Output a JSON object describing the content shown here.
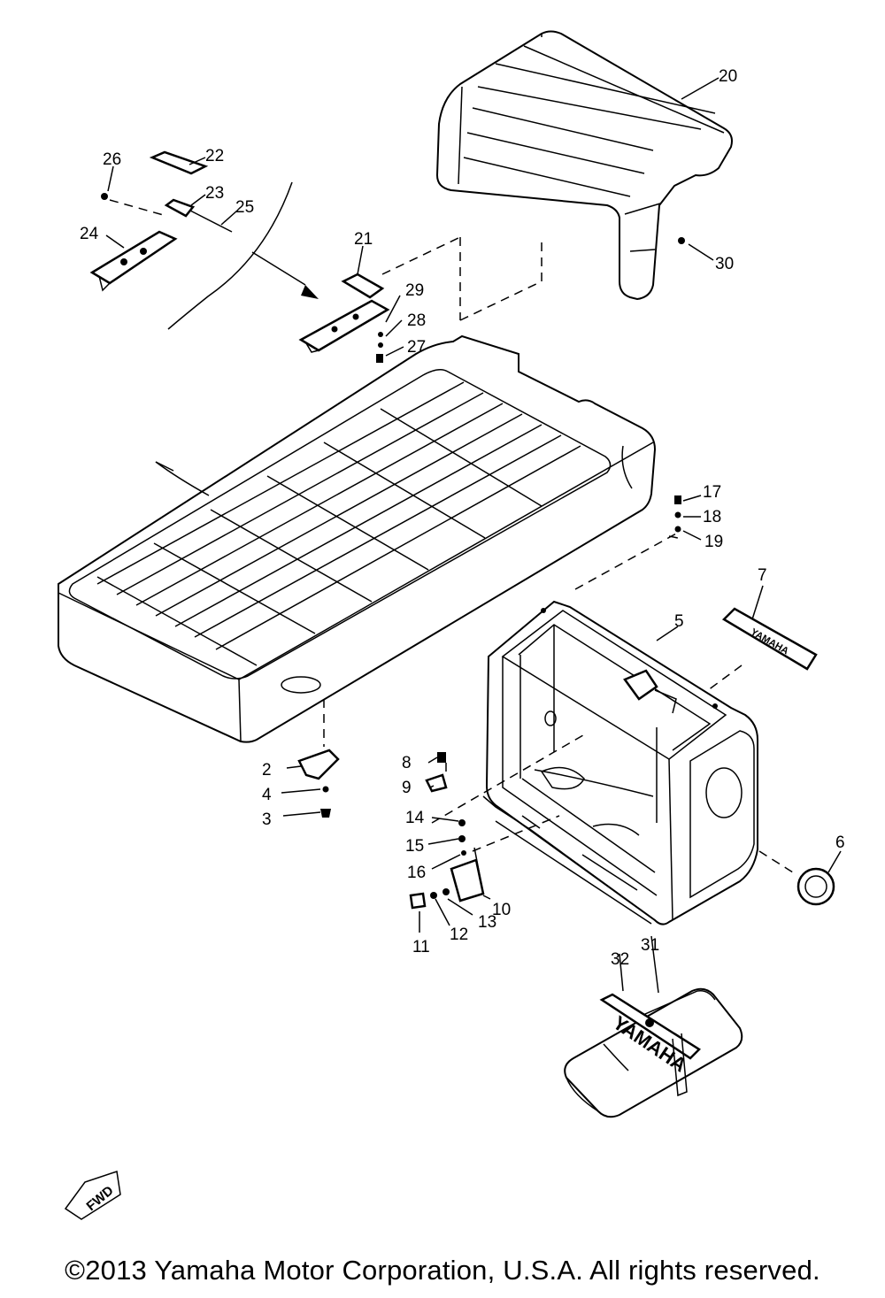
{
  "callouts": [
    {
      "id": "1",
      "text": ""
    },
    {
      "id": "2",
      "text": "2"
    },
    {
      "id": "3",
      "text": "3"
    },
    {
      "id": "4",
      "text": "4"
    },
    {
      "id": "5",
      "text": "5"
    },
    {
      "id": "6",
      "text": "6"
    },
    {
      "id": "7",
      "text": "7"
    },
    {
      "id": "8",
      "text": "8"
    },
    {
      "id": "9",
      "text": "9"
    },
    {
      "id": "10",
      "text": "10"
    },
    {
      "id": "11",
      "text": "11"
    },
    {
      "id": "12",
      "text": "12"
    },
    {
      "id": "13",
      "text": "13"
    },
    {
      "id": "14",
      "text": "14"
    },
    {
      "id": "15",
      "text": "15"
    },
    {
      "id": "16",
      "text": "16"
    },
    {
      "id": "17",
      "text": "17"
    },
    {
      "id": "18",
      "text": "18"
    },
    {
      "id": "19",
      "text": "19"
    },
    {
      "id": "20",
      "text": "20"
    },
    {
      "id": "21",
      "text": "21"
    },
    {
      "id": "22",
      "text": "22"
    },
    {
      "id": "23",
      "text": "23"
    },
    {
      "id": "24",
      "text": "24"
    },
    {
      "id": "25",
      "text": "25"
    },
    {
      "id": "26",
      "text": "26"
    },
    {
      "id": "27",
      "text": "27"
    },
    {
      "id": "28",
      "text": "28"
    },
    {
      "id": "29",
      "text": "29"
    },
    {
      "id": "30",
      "text": "30"
    },
    {
      "id": "31",
      "text": "31"
    },
    {
      "id": "32",
      "text": "32"
    }
  ],
  "fwd_marker": "FWD",
  "box_lettering": "YAMAHA",
  "bag_lettering": "YAMAHA",
  "copyright": "©2013 Yamaha Motor Corporation, U.S.A. All rights reserved."
}
